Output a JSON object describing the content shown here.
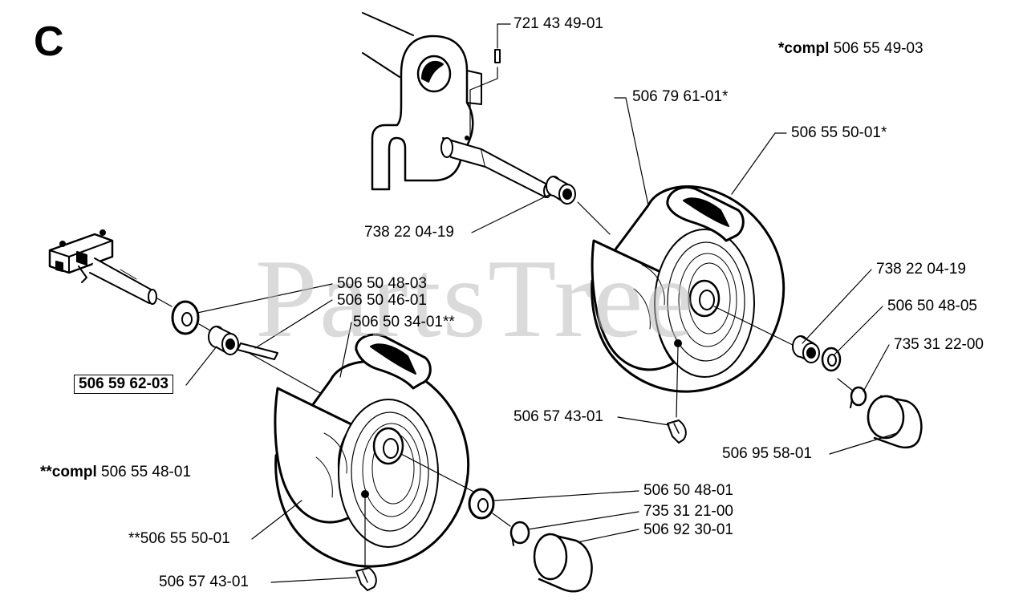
{
  "section_letter": "C",
  "watermark": "PartsTree",
  "assemblies": {
    "upper_note_bold": "*compl",
    "upper_note_number": "506 55 49-03",
    "lower_note_bold": "**compl",
    "lower_note_number": "506 55 48-01"
  },
  "labels": {
    "pin_upper": "721 43 49-01",
    "rim_half_upper": "506 79 61-01*",
    "tire_upper": "506 55 50-01*",
    "bearing_upper_inner": "738 22 04-19",
    "bearing_upper_outer": "738 22 04-19",
    "washer_upper": "506 50 48-05",
    "clip_upper": "735 31 22-00",
    "cap_upper": "506 95 58-01",
    "valve_upper": "506 57 43-01",
    "washer_lower_inner": "506 50 48-03",
    "key_lower": "506 50 46-01",
    "rim_lower": "506 50 34-01**",
    "spacer_lower": "506 59 62-03",
    "washer_lower_outer": "506 50 48-01",
    "clip_lower": "735 31 21-00",
    "cap_lower": "506 92 30-01",
    "tire_lower": "**506 55 50-01",
    "valve_lower": "506 57 43-01"
  },
  "colors": {
    "ink": "#000000",
    "watermark": "#bdbdbd",
    "background": "#ffffff"
  }
}
